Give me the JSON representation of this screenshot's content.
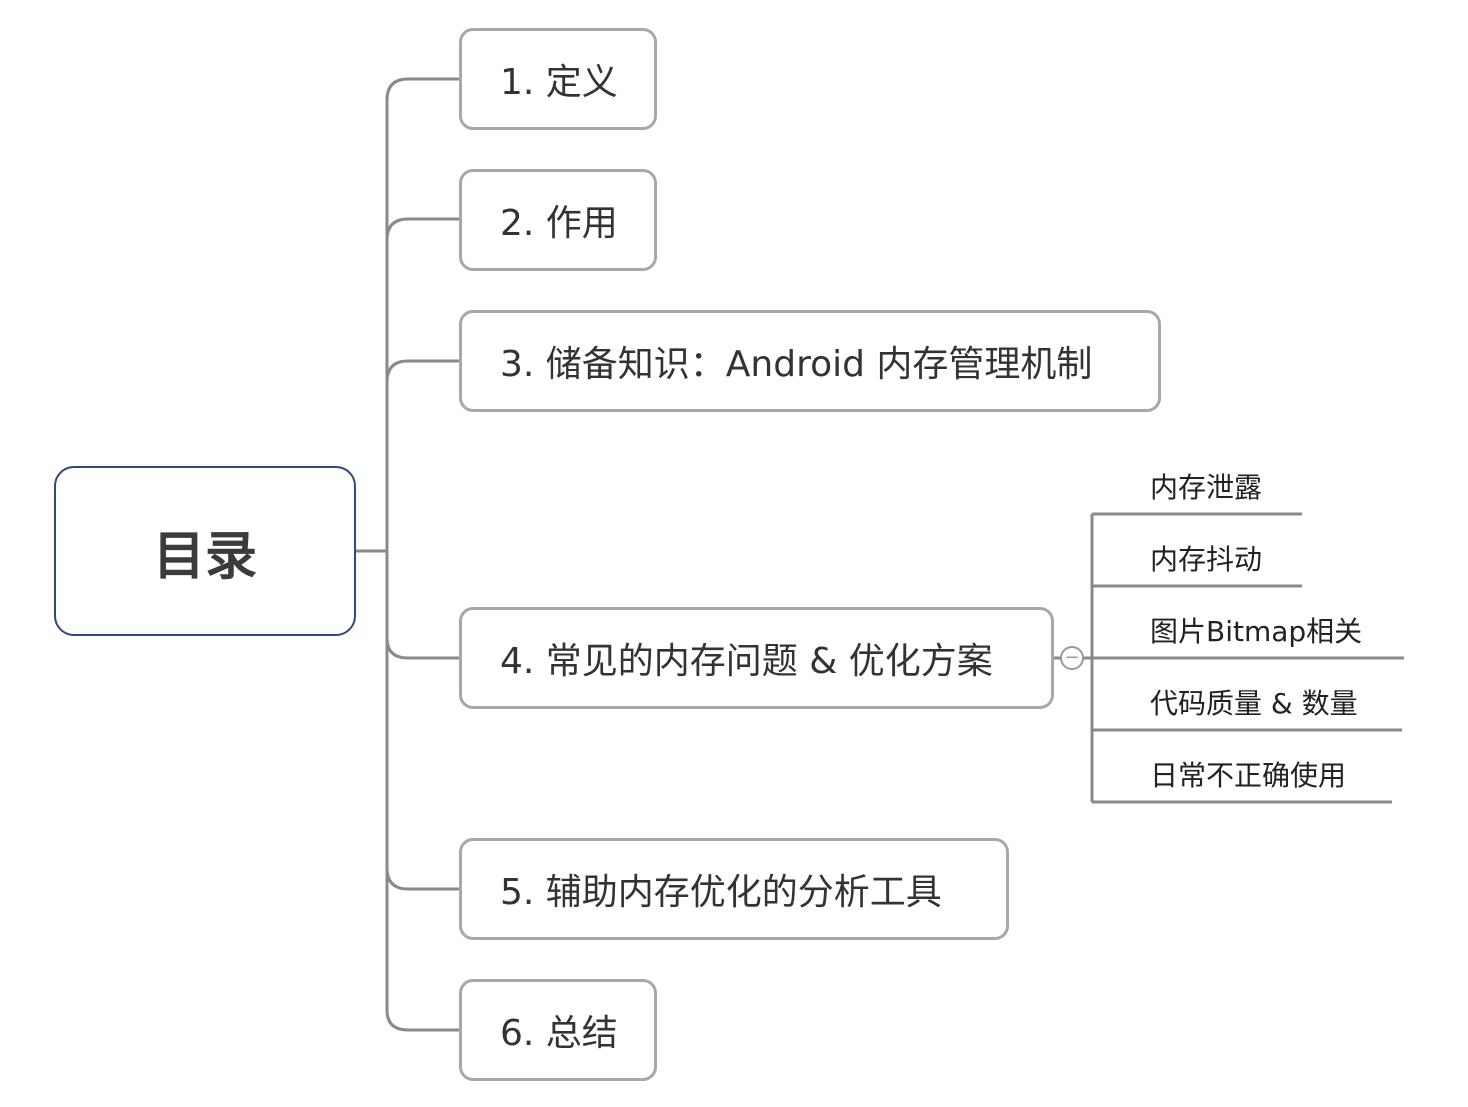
{
  "root": {
    "label": "目录"
  },
  "branches": [
    {
      "label": "1. 定义"
    },
    {
      "label": "2. 作用"
    },
    {
      "label": "3. 储备知识：Android 内存管理机制"
    },
    {
      "label": "4. 常见的内存问题 & 优化方案",
      "children": [
        {
          "label": "内存泄露"
        },
        {
          "label": "内存抖动"
        },
        {
          "label": "图片Bitmap相关"
        },
        {
          "label": "代码质量 & 数量"
        },
        {
          "label": "日常不正确使用"
        }
      ]
    },
    {
      "label": "5. 辅助内存优化的分析工具"
    },
    {
      "label": "6. 总结"
    }
  ],
  "collapse_toggle": "−",
  "colors": {
    "root_border": "#2f4a78",
    "node_border": "#a8a8a8",
    "connector": "#8a8a8a",
    "sub_line": "#8a8a8a"
  }
}
